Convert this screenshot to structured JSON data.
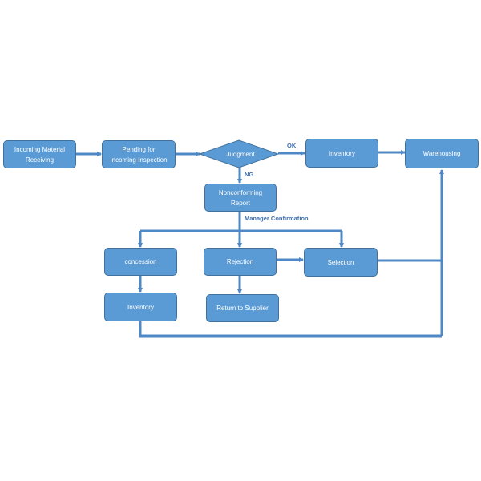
{
  "diagram": {
    "nodes": {
      "incoming": "Incoming Material\nReceiving",
      "pending": "Pending for\nIncoming Inspection",
      "judgment": "Judgment",
      "inventory_top": "Inventory",
      "warehousing": "Warehousing",
      "nonconforming": "Nonconforming\nReport",
      "concession": "concession",
      "rejection": "Rejection",
      "selection": "Selection",
      "inventory_bottom": "Inventory",
      "return_supplier": "Return to Supplier"
    },
    "edge_labels": {
      "ok": "OK",
      "ng": "NG",
      "manager": "Manager Confirmation"
    },
    "colors": {
      "node_fill": "#5b9bd5",
      "node_border": "#41719c",
      "connector": "#4f88c6",
      "edge_label": "#3d6fb0"
    }
  }
}
